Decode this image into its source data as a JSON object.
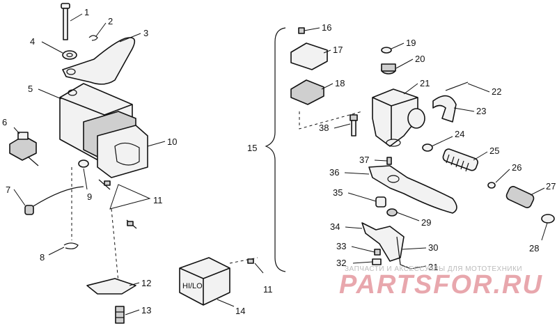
{
  "diagram": {
    "callouts": [
      {
        "id": "c1",
        "text": "1"
      },
      {
        "id": "c2",
        "text": "2"
      },
      {
        "id": "c3",
        "text": "3"
      },
      {
        "id": "c4",
        "text": "4"
      },
      {
        "id": "c5",
        "text": "5"
      },
      {
        "id": "c6",
        "text": "6"
      },
      {
        "id": "c7",
        "text": "7"
      },
      {
        "id": "c8",
        "text": "8"
      },
      {
        "id": "c9",
        "text": "9"
      },
      {
        "id": "c10",
        "text": "10"
      },
      {
        "id": "c11a",
        "text": "11"
      },
      {
        "id": "c11b",
        "text": "11"
      },
      {
        "id": "c12",
        "text": "12"
      },
      {
        "id": "c13",
        "text": "13"
      },
      {
        "id": "c14",
        "text": "14"
      },
      {
        "id": "c15",
        "text": "15"
      },
      {
        "id": "c16",
        "text": "16"
      },
      {
        "id": "c17",
        "text": "17"
      },
      {
        "id": "c18",
        "text": "18"
      },
      {
        "id": "c19",
        "text": "19"
      },
      {
        "id": "c20",
        "text": "20"
      },
      {
        "id": "c21",
        "text": "21"
      },
      {
        "id": "c22",
        "text": "22"
      },
      {
        "id": "c23",
        "text": "23"
      },
      {
        "id": "c24",
        "text": "24"
      },
      {
        "id": "c25",
        "text": "25"
      },
      {
        "id": "c26",
        "text": "26"
      },
      {
        "id": "c27",
        "text": "27"
      },
      {
        "id": "c28",
        "text": "28"
      },
      {
        "id": "c29",
        "text": "29"
      },
      {
        "id": "c30",
        "text": "30"
      },
      {
        "id": "c31",
        "text": "31"
      },
      {
        "id": "c32",
        "text": "32"
      },
      {
        "id": "c33",
        "text": "33"
      },
      {
        "id": "c34",
        "text": "34"
      },
      {
        "id": "c35",
        "text": "35"
      },
      {
        "id": "c36",
        "text": "36"
      },
      {
        "id": "c37",
        "text": "37"
      },
      {
        "id": "c38",
        "text": "38"
      }
    ],
    "switch_label": "HI/LO"
  },
  "watermark": {
    "subtitle": "ЗАПЧАСТИ И АКСЕССУАРЫ ДЛЯ МОТОТЕХНИКИ",
    "brand": "PARTSFOR.RU"
  }
}
